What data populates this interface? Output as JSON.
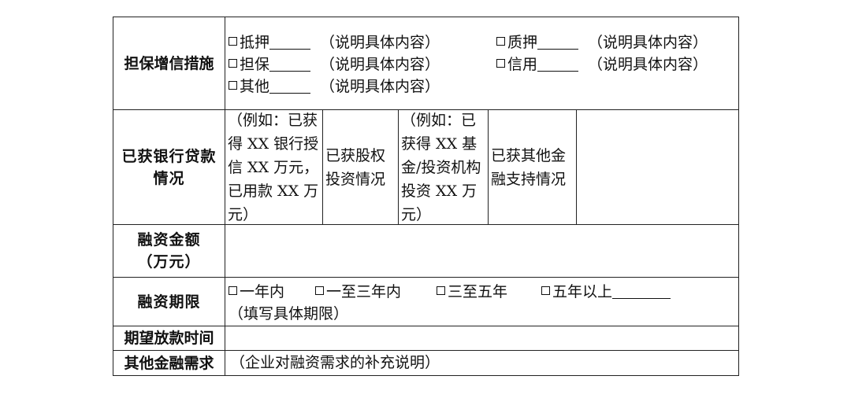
{
  "rows": {
    "guarantee": {
      "label": "担保增信措施",
      "options": [
        {
          "text": "抵押",
          "note": "（说明具体内容）"
        },
        {
          "text": "质押",
          "note": "（说明具体内容）"
        },
        {
          "text": "担保",
          "note": "（说明具体内容）"
        },
        {
          "text": "信用",
          "note": "（说明具体内容）"
        },
        {
          "text": "其他",
          "note": "（说明具体内容）"
        }
      ]
    },
    "bank_loan": {
      "label": "已获银行贷款情况",
      "cells": [
        "（例如：已获得 XX 银行授信 XX 万元，已用款 XX 万元）",
        "已获股权投资情况",
        "（例如：已获得 XX 基金/投资机构投资 XX 万元）",
        "已获其他金融支持情况",
        ""
      ]
    },
    "amount": {
      "label": "融资金额（万元）",
      "value": ""
    },
    "term": {
      "label": "融资期限",
      "options": [
        {
          "text": "一年内"
        },
        {
          "text": "一至三年内"
        },
        {
          "text": "三至五年"
        },
        {
          "text": "五年以上"
        }
      ],
      "note": "（填写具体期限）"
    },
    "disbursement": {
      "label": "期望放款时间",
      "value": ""
    },
    "other": {
      "label": "其他金融需求",
      "value": "（企业对融资需求的补充说明）"
    }
  }
}
